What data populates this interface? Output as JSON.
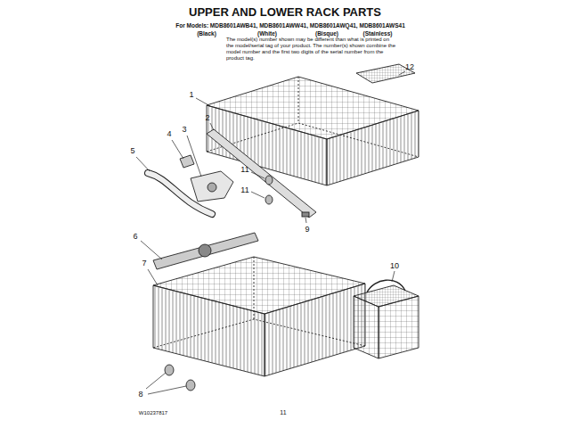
{
  "diagram": {
    "title": "UPPER AND LOWER RACK PARTS",
    "labels": [
      "For Models: MDB8601AWB41, MDB8601AWW41, MDB8601AWQ41, MDB8601AWS41",
      "(Black)",
      "(White)",
      "(Bisque)",
      "(Stainless)",
      "The model(s) number shown may be different than what is printed on the model/serial tag of your product. The number(s) shown combine the model number and the first two digits of the serial number from the product tag.",
      "12",
      "1",
      "2",
      "3",
      "4",
      "5",
      "11",
      "11",
      "9",
      "6",
      "7",
      "10",
      "8",
      "W10237817",
      "11"
    ]
  }
}
